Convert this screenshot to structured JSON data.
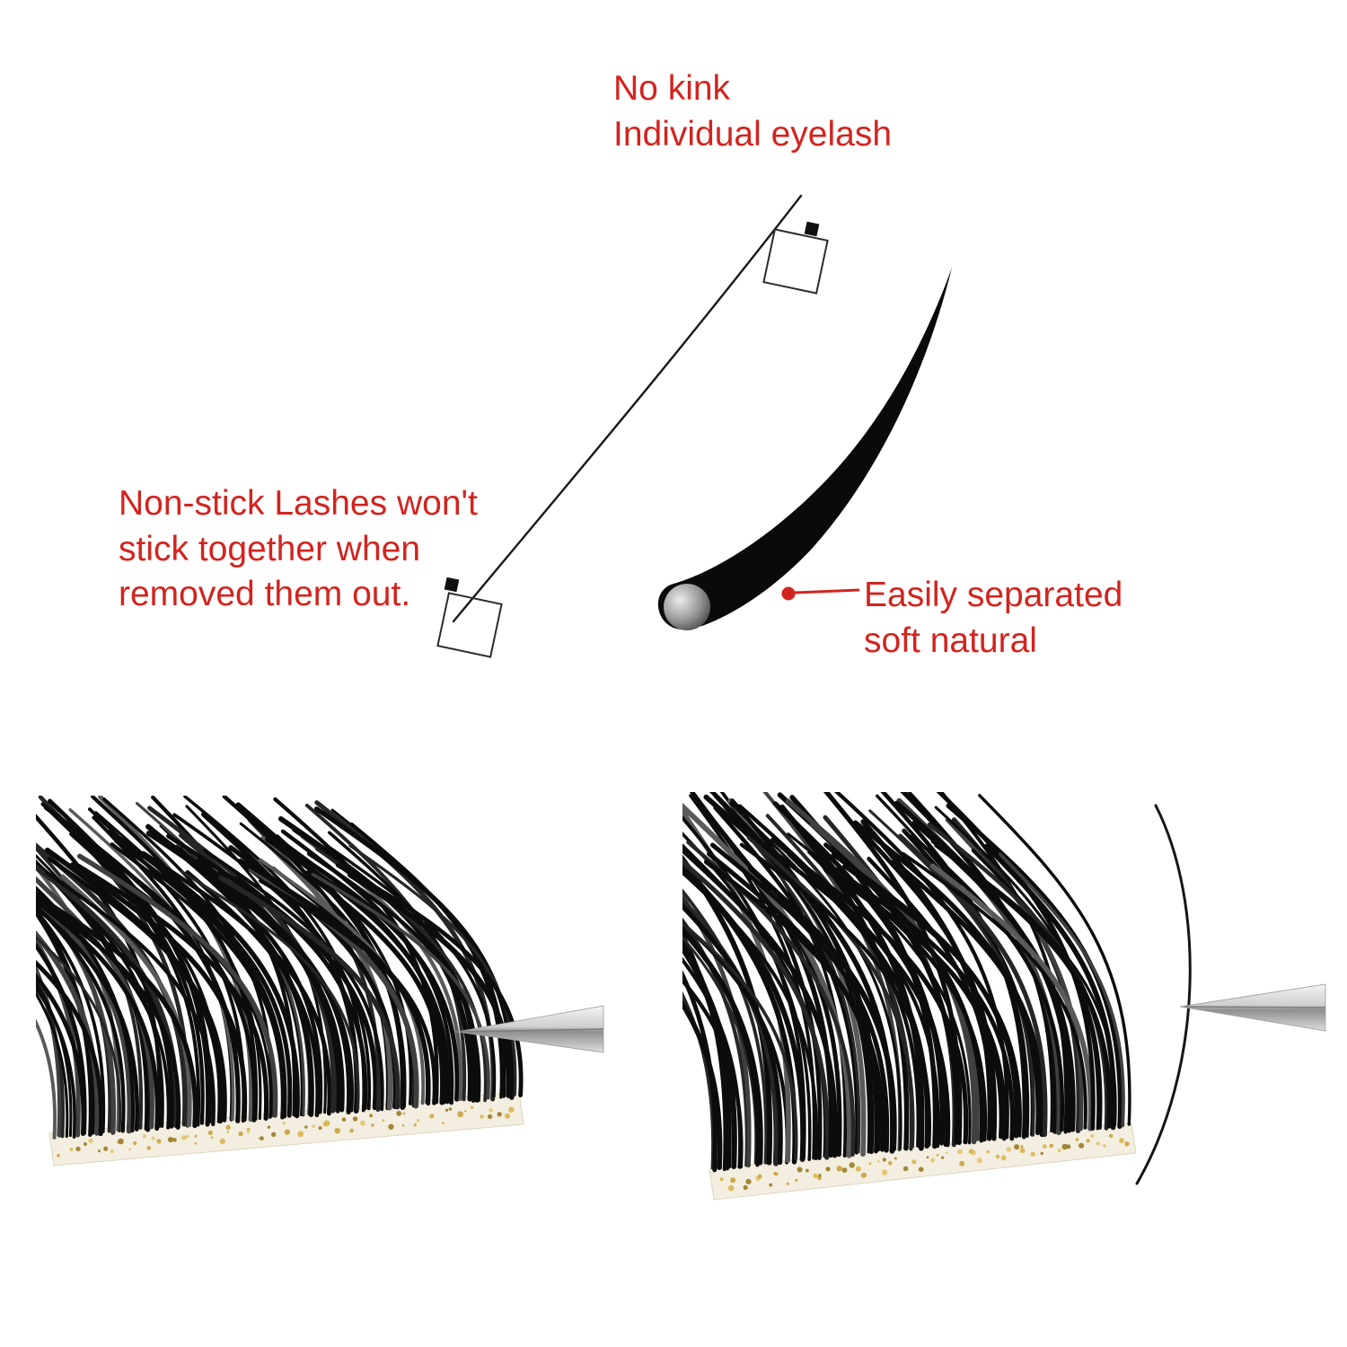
{
  "annotations": {
    "no_kink_line1": "No kink",
    "no_kink_line2": "Individual eyelash",
    "non_stick_line1": "Non-stick Lashes won't",
    "non_stick_line2": "stick together when",
    "non_stick_line3": "removed them out.",
    "separated_line1": "Easily separated",
    "separated_line2": "soft natural"
  },
  "colors": {
    "accent_red": "#d2241e",
    "lash_black": "#0c0c0c",
    "strip_cream": "#f3eee0",
    "glitter_gold": "#c9a23d"
  }
}
